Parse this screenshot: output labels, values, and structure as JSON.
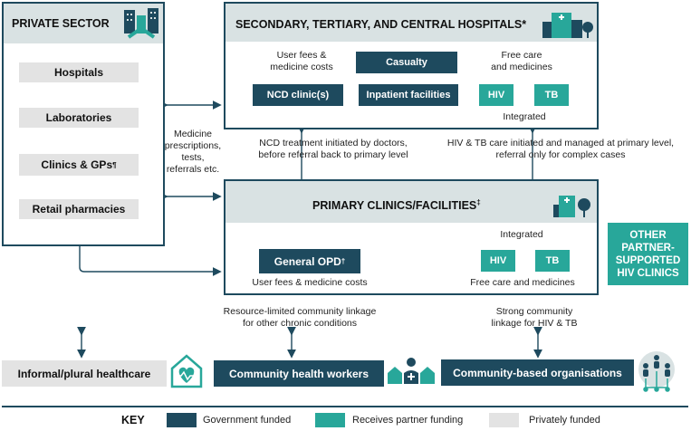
{
  "private_sector": {
    "title": "PRIVATE SECTOR",
    "items": [
      "Hospitals",
      "Laboratories",
      "Clinics & GPs",
      "Retail pharmacies"
    ],
    "clinics_mark": "¶"
  },
  "hospitals": {
    "title": "SECONDARY, TERTIARY, AND CENTRAL HOSPITALS*",
    "user_fees_line1": "User fees &",
    "user_fees_line2": "medicine costs",
    "casualty": "Casualty",
    "free_care_line1": "Free care",
    "free_care_line2": "and medicines",
    "ncd_clinic": "NCD clinic(s)",
    "inpatient": "Inpatient facilities",
    "hiv": "HIV",
    "tb": "TB",
    "integrated": "Integrated"
  },
  "links": {
    "medicine_line1": "Medicine",
    "medicine_line2": "prescriptions,",
    "medicine_line3": "tests,",
    "medicine_line4": "referrals etc.",
    "ncd_line1": "NCD treatment initiated by doctors,",
    "ncd_line2": "before referral back to primary level",
    "hivtb_line1": "HIV & TB care initiated and managed at primary level,",
    "hivtb_line2": "referral only for complex cases",
    "resource_line1": "Resource-limited community linkage",
    "resource_line2": "for other chronic conditions",
    "strong_line1": "Strong community",
    "strong_line2": "linkage for HIV & TB"
  },
  "primary": {
    "title": "PRIMARY CLINICS/FACILITIES",
    "title_mark": "‡",
    "integrated": "Integrated",
    "general_opd": "General OPD",
    "opd_mark": "†",
    "hiv": "HIV",
    "tb": "TB",
    "user_fees": "User fees & medicine costs",
    "free_care": "Free care and medicines"
  },
  "other_partner": {
    "line1": "OTHER",
    "line2": "PARTNER-",
    "line3": "SUPPORTED",
    "line4": "HIV CLINICS"
  },
  "community": {
    "informal": "Informal/plural healthcare",
    "chw": "Community health workers",
    "cbo": "Community-based organisations"
  },
  "key": {
    "label": "KEY",
    "government": "Government funded",
    "partner": "Receives partner funding",
    "private": "Privately funded"
  },
  "colors": {
    "navy": "#1e4a5e",
    "teal": "#28a79a",
    "grey": "#e3e3e3",
    "header_bg": "#d9e2e3"
  },
  "icons": [
    "buildings-handshake-icon",
    "hospital-building-icon",
    "clinic-building-icon",
    "heart-house-icon",
    "health-workers-icon",
    "community-network-icon"
  ]
}
